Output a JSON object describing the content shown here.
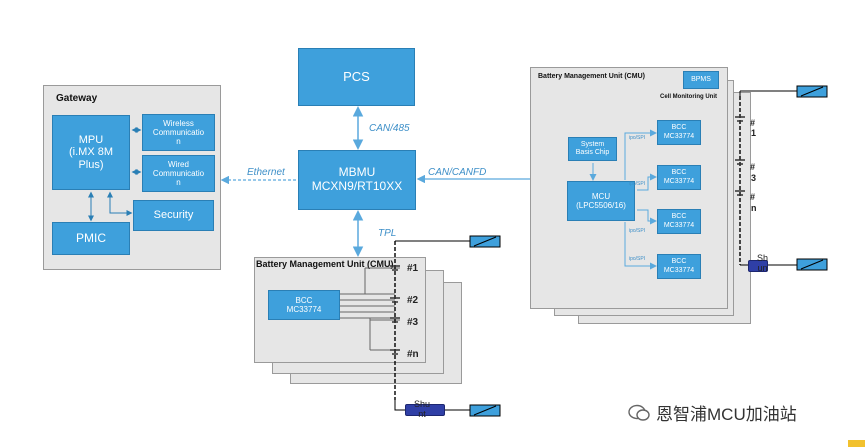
{
  "colors": {
    "block": "#3ea0dc",
    "block_border": "#2a7fb5",
    "panel": "#e6e6e6",
    "panel_border": "#9a9a9a",
    "label": "#3d8fc8",
    "shunt": "#2f3fa6"
  },
  "pcs": "PCS",
  "mbmu": {
    "line1": "MBMU",
    "line2": "MCXN9/RT10XX"
  },
  "links": {
    "can485": "CAN/485",
    "tpl": "TPL",
    "ethernet": "Ethernet",
    "canfd": "CAN/CANFD"
  },
  "gateway": {
    "title": "Gateway",
    "mpu": {
      "line1": "MPU",
      "line2": "(i.MX 8M",
      "line3": "Plus)"
    },
    "wireless": {
      "line1": "Wireless",
      "line2": "Communicatio",
      "line3": "n"
    },
    "wired": {
      "line1": "Wired",
      "line2": "Communicatio",
      "line3": "n"
    },
    "security": "Security",
    "pmic": "PMIC"
  },
  "cmu_small": {
    "title": "Battery Management Unit (CMU)",
    "bcc": {
      "line1": "BCC",
      "line2": "MC33774"
    },
    "cells": [
      "#1",
      "#2",
      "#3",
      "#n"
    ],
    "shunt": {
      "line1": "Shu",
      "line2": "nt"
    }
  },
  "cmu_large": {
    "title": "Battery Management Unit (CMU)",
    "bpms": "BPMS",
    "cell_monitoring": "Cell Monitoring Unit",
    "sbc": {
      "line1": "System",
      "line2": "Basis Chip"
    },
    "mcu": {
      "line1": "MCU",
      "line2": "(LPC5506/16)"
    },
    "bcc": [
      {
        "line1": "BCC",
        "line2": "MC33774"
      },
      {
        "line1": "BCC",
        "line2": "MC33774"
      },
      {
        "line1": "BCC",
        "line2": "MC33774"
      },
      {
        "line1": "BCC",
        "line2": "MC33774"
      }
    ],
    "spi": [
      "ipo/SPI",
      "ipo/SPI",
      "ipo/SPI",
      "ipo/SPI"
    ],
    "cells": [
      "#",
      "1",
      "#",
      "3",
      "#",
      "n"
    ],
    "shunt": {
      "line1": "Sh",
      "line2": "un"
    }
  },
  "watermark": "恩智浦MCU加油站"
}
